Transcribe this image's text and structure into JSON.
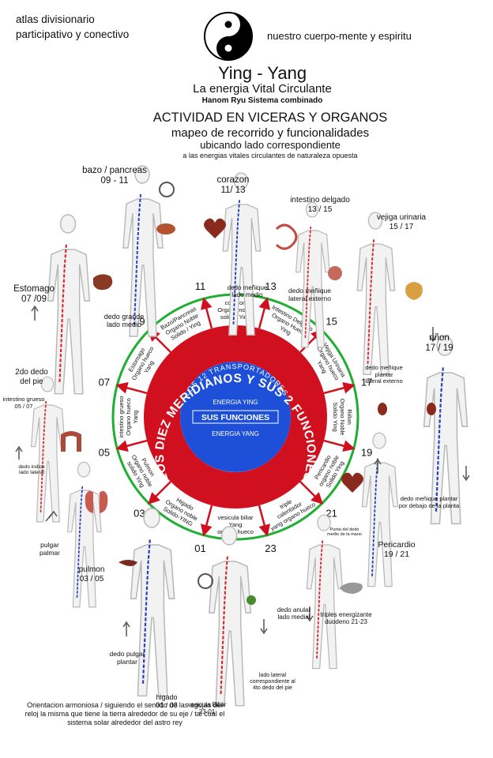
{
  "header": {
    "left_line1": "atlas divisionario",
    "left_line2": "participativo y conectivo",
    "right": "nuestro cuerpo-mente y espiritu",
    "title": "Ying - Yang",
    "subtitle": "La energia Vital Circulante",
    "system": "Hanom Ryu Sistema combinado",
    "heading": "ACTIVIDAD EN VICERAS Y ORGANOS",
    "line2": "mapeo de recorrido y funcionalidades",
    "line3": "ubicando lado correspondiente",
    "line4": "a las energias vitales circulantes de naturaleza opuesta"
  },
  "wheel": {
    "ring_text": "LOS DIEZ MERIDIANOS Y SUS 2 FUNCIONES",
    "inner_arc_text": "LOS 12 TRANSPORTADORES",
    "center_top": "ENERGIA YING",
    "center_main": "SUS FUNCIONES",
    "center_bottom": "ENERGIA YANG",
    "hours": [
      "11",
      "13",
      "15",
      "17",
      "19",
      "21",
      "23",
      "01",
      "03",
      "05",
      "07",
      "09"
    ],
    "sectors": [
      "corazon\nOrgano noble\nsolido/ Ying",
      "Intestino Delgado\nOrgano Hueco\nYing",
      "Vejiga Urinaria\nOrgano hueco\nYang",
      "Riñon\nOrgano Noble\nSolido Ying",
      "Pericardio\norgano noble\nSolido Ying",
      "triple\ncalentador\nyang organo hueco",
      "vesicula biliar\nYang\norgano hueco",
      "Higado\nOrgano noble\nSolido-YING",
      "Pulmon\nOrgano noble\nsolido Ying",
      "intestino grueso\nOrgano hueco\nYang",
      "Estomago\nOrgano hueco\nYang",
      "Bazo/Pancreas\nOrgano Noble\nSolido / Ying"
    ]
  },
  "figures": {
    "bazo": "bazo / pancreas\n09 - 11",
    "corazon": "corazon\n11/ 13",
    "intestino_delgado": "intestino delgado\n13 / 15",
    "vejiga": "vejiga urinaria\n15 / 17",
    "estomago": "Estomago\n07 /09",
    "rinon": "riñon\n17 / 19",
    "intestino_grueso": "intestino grueso\n05 / 07",
    "pericardio": "Pericardio\n19 / 21",
    "pulmon": "pulmon\n03 / 05",
    "higado": "higado\n01 / 03",
    "vesicula": "vesicula Biliar\n23-01",
    "triples": "triples energizante\nduodeno   21-23"
  },
  "notes": {
    "dedo_grande": "dedo grande\nlado medio",
    "menique_medio": "dedo meñique\nlado medio",
    "menique_externo": "dedo meñique\nlateral  externo",
    "menique_plantar": "dedo meñique\nplantar\nlateral externo",
    "segundo_dedo": "2do dedo\ndel pie",
    "indice": "dedo indice\nlado lateral",
    "menique_debajo": "dedo meñique plantar\npor debajo de la planta",
    "punta_dedo": "Punta del dedo\nmedio de la mano",
    "pulgar": "pulgar\npalmar",
    "dedo_pulgar": "dedo pulgar\nplantar",
    "anular": "dedo anular\nlado medial",
    "lateral_4to": "lado lateral\ncorrespondiente al\n4to dedo del pie"
  },
  "footer": "Orientacion armoniosa / siguiendo el sentido de las agujas del reloj la misma que tiene la tierra alrededor de su eje / tal cual el sistema solar alrededor del astro rey",
  "colors": {
    "red": "#d0101e",
    "blue": "#1e4fd8",
    "green": "#1fae32",
    "body": "#b8b8b8",
    "meridian_red": "#d9262c",
    "meridian_blue": "#2a3fc0"
  }
}
